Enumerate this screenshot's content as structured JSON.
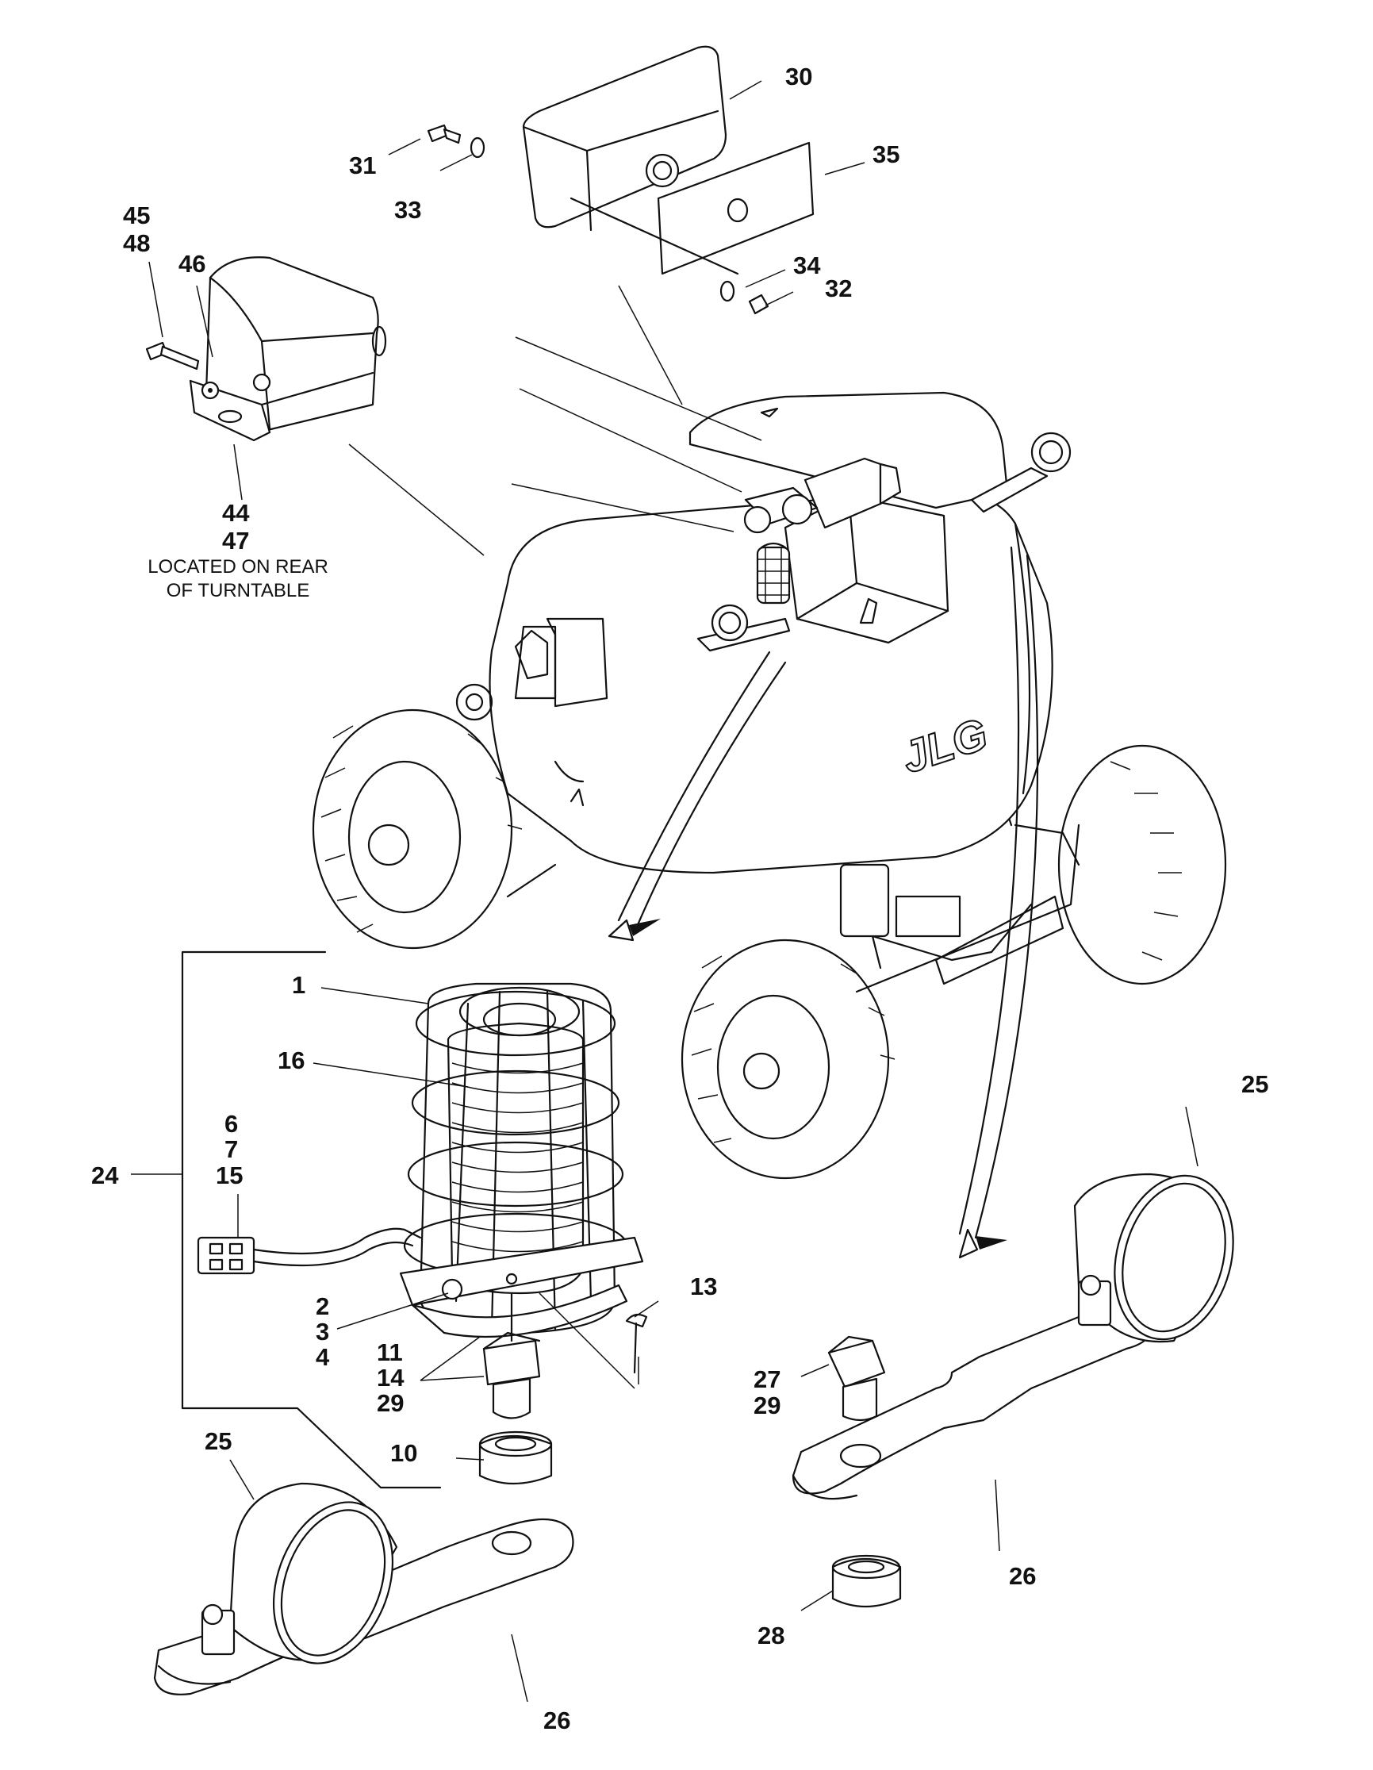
{
  "logo_text": "JLG",
  "labels": {
    "l1": "1",
    "l2": "2",
    "l3": "3",
    "l4": "4",
    "l6": "6",
    "l7": "7",
    "l15": "15",
    "l10": "10",
    "l11": "11",
    "l14": "14",
    "l29a": "29",
    "l13": "13",
    "l16": "16",
    "l24": "24",
    "l25a": "25",
    "l25b": "25",
    "l26a": "26",
    "l26b": "26",
    "l27": "27",
    "l29b": "29",
    "l28": "28",
    "l30": "30",
    "l31": "31",
    "l32": "32",
    "l33": "33",
    "l34": "34",
    "l35": "35",
    "l44": "44",
    "l45": "45",
    "l46": "46",
    "l47": "47",
    "l48": "48"
  },
  "caption": {
    "line1": "LOCATED ON REAR",
    "line2": "OF TURNTABLE"
  }
}
